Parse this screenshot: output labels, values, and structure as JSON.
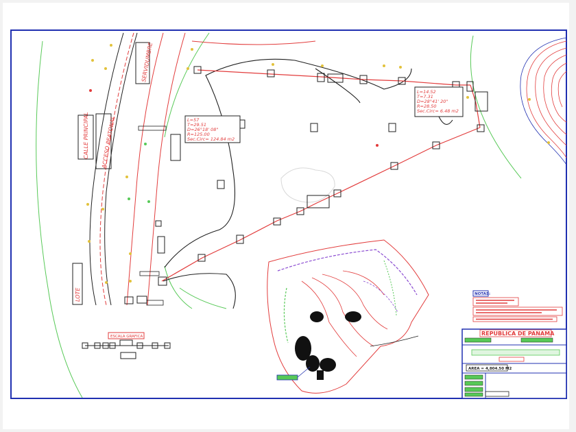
{
  "curve_notes": {
    "curve_a": [
      "L=57",
      "T=29.51",
      "D=26°18' 08\"",
      "R=125.00",
      "Sec.Circ= 124.84 m2"
    ],
    "curve_b": [
      "L=14.52",
      "T=7.31",
      "D=28°41' 20\"",
      "R=28.50",
      "Sec.Circ= 6.48 m2"
    ]
  },
  "labels": {
    "calle_principal": "CALLE PRINCIPAL",
    "acceso_peatonal": "ACCESO PEATONAL",
    "lote_left": "LOTE",
    "servidumbre": "SERVIDUMBRE",
    "escala_grafica": "ESCALA GRAFICA",
    "notas": "NOTAS:",
    "republica": "REPUBLICA DE PANAMA",
    "area": "AREA = 4,804.50 M2"
  },
  "colors": {
    "frame": "#1f2fb0",
    "survey_red": "#e23b3b",
    "contour": "#1f1f1f",
    "green": "#57c957",
    "purple": "#8a4bd1"
  }
}
